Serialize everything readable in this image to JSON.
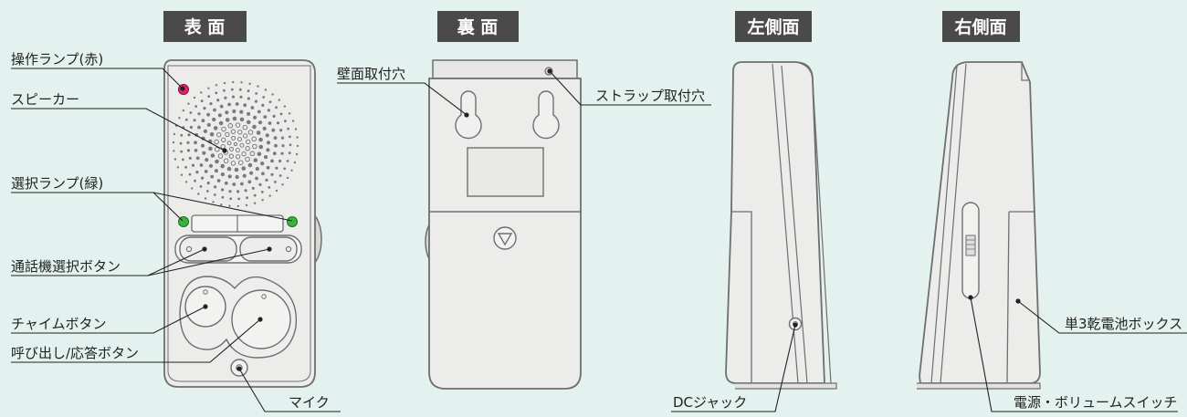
{
  "colors": {
    "background": "#e3f1ef",
    "header_bg": "#4a4a4a",
    "device_fill": "#ececeb",
    "device_stroke": "#6f6f6f",
    "red_lamp": "#e8206a",
    "green_lamp": "#3bb23b",
    "leader": "#222222"
  },
  "views": {
    "front": "表 面",
    "back": "裏 面",
    "left": "左側面",
    "right": "右側面"
  },
  "labels": {
    "operation_lamp": "操作ランプ(赤)",
    "speaker": "スピーカー",
    "select_lamp": "選択ランプ(緑)",
    "intercom_select_button": "通話機選択ボタン",
    "chime_button": "チャイムボタン",
    "call_answer_button": "呼び出し/応答ボタン",
    "microphone": "マイク",
    "wall_mount_hole": "壁面取付穴",
    "strap_hole": "ストラップ取付穴",
    "dc_jack": "DCジャック",
    "battery_box": "単3乾電池ボックス",
    "power_volume_switch": "電源・ボリュームスイッチ"
  },
  "icons": {
    "back_arrow": "triangle-down-icon"
  }
}
